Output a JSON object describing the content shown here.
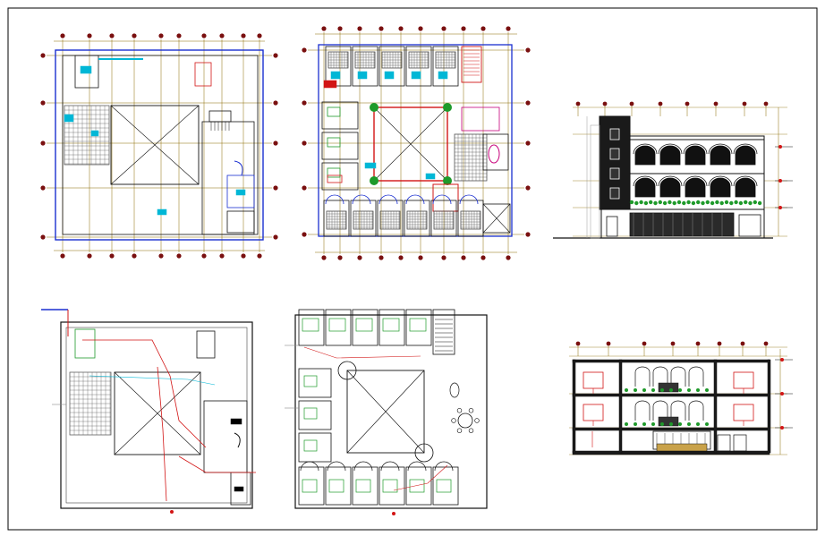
{
  "drawing": {
    "colors": {
      "frame": "#000000",
      "grid_axis": "#8a6a00",
      "grid_node": "#7a1010",
      "wall": "#111111",
      "wall_blue": "#1a2fd0",
      "cyan": "#00b7d6",
      "green": "#1e9a2a",
      "red": "#d21515",
      "magenta": "#c6007a",
      "hatch": "#606060",
      "dark": "#1a1a1a"
    },
    "views": [
      {
        "id": "plan-ground-floor",
        "kind": "floor-plan",
        "variant": "ground"
      },
      {
        "id": "plan-upper-floor",
        "kind": "floor-plan",
        "variant": "upper-furnished"
      },
      {
        "id": "front-elevation",
        "kind": "elevation"
      },
      {
        "id": "plan-ground-electrical",
        "kind": "floor-plan",
        "variant": "ground-electrical"
      },
      {
        "id": "plan-upper-electrical",
        "kind": "floor-plan",
        "variant": "upper-electrical"
      },
      {
        "id": "section-view",
        "kind": "section"
      }
    ]
  }
}
